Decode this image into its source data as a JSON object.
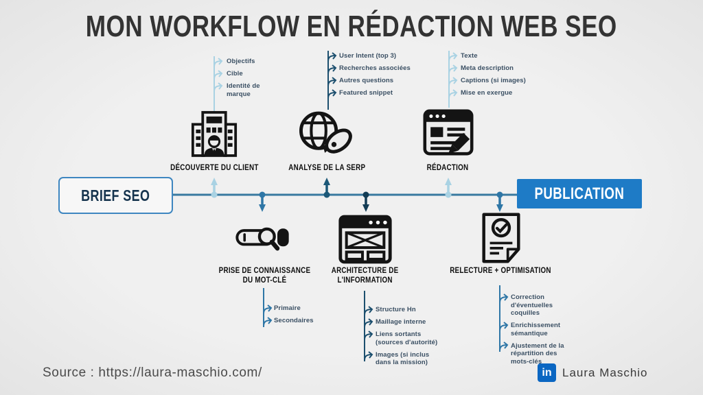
{
  "title": "MON WORKFLOW EN RÉDACTION WEB SEO",
  "timeline": {
    "start_label": "BRIEF SEO",
    "end_label": "PUBLICATION"
  },
  "steps": [
    {
      "id": "decouverte-du-client",
      "icon": "client-buildings-icon",
      "label_lines": [
        "DÉCOUVERTE DU CLIENT"
      ],
      "items": [
        "Objectifs",
        "Cible",
        "Identité de marque"
      ]
    },
    {
      "id": "analyse-de-la-serp",
      "icon": "globe-mouse-icon",
      "label_lines": [
        "ANALYSE DE LA SERP"
      ],
      "items": [
        "User Intent (top 3)",
        "Recherches associées",
        "Autres questions",
        "Featured snippet"
      ]
    },
    {
      "id": "redaction",
      "icon": "webpage-pencil-icon",
      "label_lines": [
        "RÉDACTION"
      ],
      "items": [
        "Texte",
        "Meta description",
        "Captions (si images)",
        "Mise en exergue"
      ]
    },
    {
      "id": "prise-de-connaissance-du-mot-cle",
      "icon": "search-bar-magnifier-icon",
      "label_lines": [
        "PRISE DE CONNAISSANCE",
        "DU MOT-CLÉ"
      ],
      "items": [
        "Primaire",
        "Secondaires"
      ]
    },
    {
      "id": "architecture-de-l-information",
      "icon": "wireframe-page-icon",
      "label_lines": [
        "ARCHITECTURE DE",
        "L'INFORMATION"
      ],
      "items": [
        "Structure Hn",
        "Maillage interne",
        "Liens sortants (sources d'autorité)",
        "Images (si inclus dans la mission)"
      ]
    },
    {
      "id": "relecture-optimisation",
      "icon": "document-check-icon",
      "label_lines": [
        "RELECTURE + OPTIMISATION"
      ],
      "items": [
        "Correction d'éventuelles coquilles",
        "Enrichissement sémantique",
        "Ajustement de la répartition des mots-clés"
      ]
    }
  ],
  "footer": {
    "source": "Source : https://laura-maschio.com/",
    "linkedin_label": "in",
    "author": "Laura Maschio"
  },
  "colors": {
    "background": "#ececec",
    "timeline": "#38799f",
    "branch_light": "#a9d2e3",
    "branch_mid": "#2e76a6",
    "branch_dark": "#1c4f6e",
    "branch_darkest": "#133c55",
    "publication_bg": "#1e7bc6",
    "brief_border": "#3e86c0",
    "linkedin_blue": "#0a66c2",
    "icon_black": "#141414"
  }
}
